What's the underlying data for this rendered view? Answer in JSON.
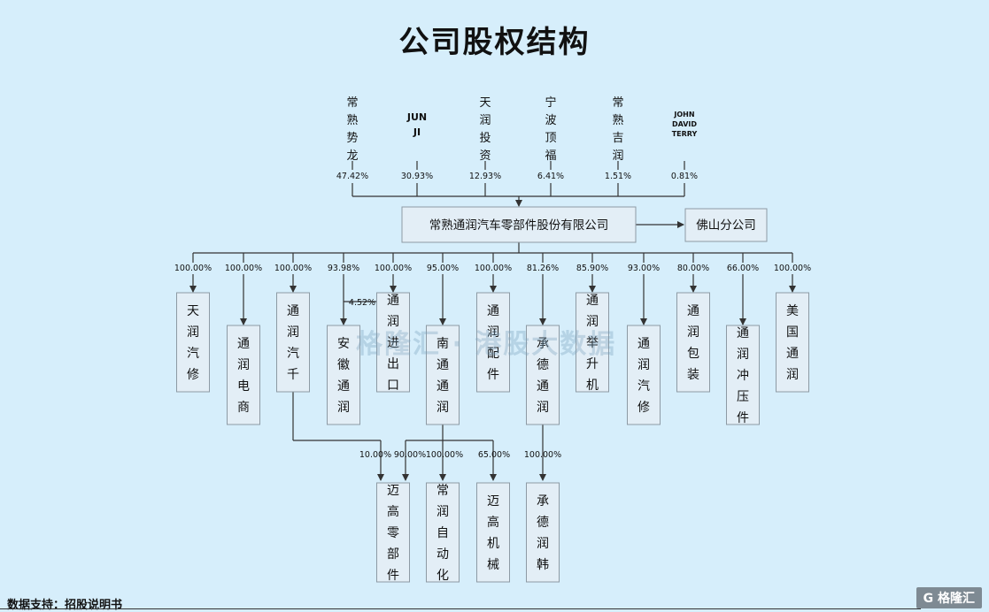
{
  "title": "公司股权结构",
  "shareholders": [
    {
      "name": "常熟势龙",
      "pct": "47.42%"
    },
    {
      "name": "JUN JI",
      "pct": "30.93%"
    },
    {
      "name": "天润投资",
      "pct": "12.93%"
    },
    {
      "name": "宁波顶福",
      "pct": "6.41%"
    },
    {
      "name": "常熟吉润",
      "pct": "1.51%"
    },
    {
      "name": "JOHN DAVID TERRY",
      "pct": "0.81%"
    }
  ],
  "company": "常熟通润汽车零部件股份有限公司",
  "branch": "佛山分公司",
  "subsidiaries": [
    {
      "name": "天润汽修",
      "pct": "100.00%"
    },
    {
      "name": "通润电商",
      "pct": "100.00%"
    },
    {
      "name": "通润汽千",
      "pct": "100.00%"
    },
    {
      "name": "安徽通润",
      "pct": "93.98%"
    },
    {
      "name": "通润进出口",
      "pct": "100.00%"
    },
    {
      "name": "南通通润",
      "pct": "95.00%"
    },
    {
      "name": "通润配件",
      "pct": "100.00%"
    },
    {
      "name": "承德通润",
      "pct": "81.26%"
    },
    {
      "name": "通润举升机",
      "pct": "85.90%"
    },
    {
      "name": "通润汽修",
      "pct": "93.00%"
    },
    {
      "name": "通润包装",
      "pct": "80.00%"
    },
    {
      "name": "通润冲压件",
      "pct": "66.00%"
    },
    {
      "name": "美国通润",
      "pct": "100.00%"
    }
  ],
  "cross_holding_pct": "4.52%",
  "second_level": [
    {
      "name": "迈高零部件"
    },
    {
      "name": "常润自动化"
    },
    {
      "name": "迈高机械"
    },
    {
      "name": "承德润韩"
    }
  ],
  "second_level_pcts": {
    "qian_to_maigao": "10.00%",
    "nantong_to_maigao": "90.00%",
    "nantong_to_changrun": "100.00%",
    "nantong_to_jixie": "65.00%",
    "chengde_to_runhan": "100.00%"
  },
  "watermark": "格隆汇 · 港股大数据",
  "footer": "数据支持：招股说明书",
  "brand": "G 格隆汇"
}
